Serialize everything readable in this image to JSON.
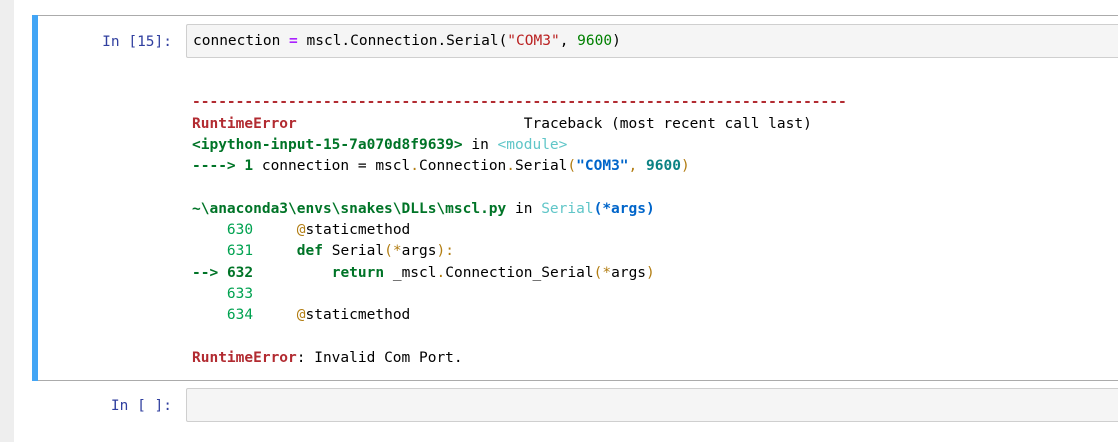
{
  "notebook": {
    "cells": [
      {
        "prompt": "In [15]:",
        "code": {
          "var": "connection",
          "op": "=",
          "call_prefix": " mscl.Connection.Serial(",
          "string_arg": "\"COM3\"",
          "sep": ", ",
          "num_arg": "9600",
          "close": ")"
        },
        "output": {
          "dashes": "---------------------------------------------------------------------------",
          "error_name": "RuntimeError",
          "traceback_header": "Traceback (most recent call last)",
          "frame1": {
            "location": "<ipython-input-15-7a070d8f9639>",
            "in": " in ",
            "scope": "<module>",
            "arrow": "----> 1",
            "line_prefix": " connection = mscl",
            "dot1": ".",
            "mid": "Connection",
            "dot2": ".",
            "fn": "Serial",
            "paren_open": "(",
            "string_arg": "\"COM3\"",
            "comma": ",",
            "space": " ",
            "num_arg": "9600",
            "paren_close": ")"
          },
          "frame2": {
            "path": "~\\anaconda3\\envs\\snakes\\DLLs\\mscl.py",
            "in": " in ",
            "scope": "Serial",
            "args": "(*args)",
            "lines": [
              {
                "no": "630",
                "decorator_at": "@",
                "text": "staticmethod"
              },
              {
                "no": "631",
                "kw": "def",
                "text": " Serial",
                "p1": "(*",
                "args": "args",
                "p2": "):"
              },
              {
                "arrow": "-->",
                "no": "632",
                "kw": "return",
                "text": " _mscl",
                "dot": ".",
                "rest": "Connection_Serial",
                "p1": "(*",
                "args": "args",
                "p2": ")"
              },
              {
                "no": "633"
              },
              {
                "no": "634",
                "decorator_at": "@",
                "text": "staticmethod"
              }
            ]
          },
          "final_error_name": "RuntimeError",
          "final_error_msg": ": Invalid Com Port."
        }
      },
      {
        "prompt": "In [ ]:",
        "code": ""
      }
    ]
  }
}
